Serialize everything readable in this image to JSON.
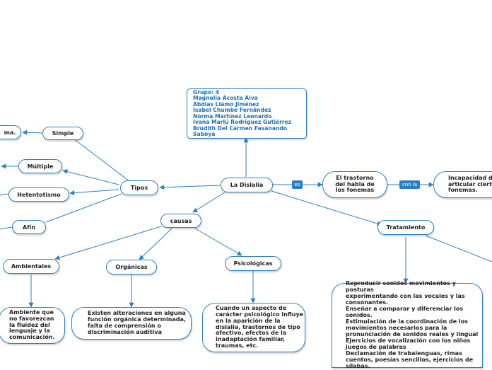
{
  "central": "La Dislalia",
  "group": "Grupo: 4\nMagnolia Acosta Aiva\nAbdias Llamo Jiménez\nIsabel Chumbe Fernández\nNorma Martínez Leonardo\nIvana Marlú Rodríguez Gutiérrez\nBrudith Del Carmen Fasanando Saboya",
  "tipos": {
    "label": "Tipos",
    "simple": "Simple",
    "simple_child": "ma.",
    "multiple": "Múltiple",
    "hetentotismo": "Hetentotismo",
    "afin": "Afín"
  },
  "causas": {
    "label": "causas",
    "ambientales": "Ambientales",
    "ambientales_desc": "Ambiente que\nno favorezcan\nla fluidez del\nlenguaje y la\ncomunicación.",
    "organicas": "Orgánicas",
    "organicas_desc": "Existen alteraciones en alguna\nfunción orgánica determinada,\nfalta de comprensión o\ndiscriminación auditiva",
    "psicologicas": "Psicológicas",
    "psicologicas_desc": "Cuando un aspecto de\ncarácter psicológico influye\nen la aparición de la\ndislalia, trastornos de tipo\nafectivo, efectos de la\ninadaptación familiar,\ntraumas, etc."
  },
  "es_label": "es",
  "trastorno": "El trastorno\ndel habla de\nlos fonemas",
  "conla_label": "con la",
  "incapacidad": "Incapacidad de\narticular ciertos\nfonemas.",
  "tratamiento": {
    "label": "Tratamiento",
    "desc": "Reproducir sonidos movimientos y posturas\nexperimentando con las vocales y las\nconsonantes.\nEnseñar a comparar y diferenciar los\nsonidos.\nEstimulación de la coordinación de los\nmovimientos necesarios para la\npronunciación de sonidos reales y lingual\nEjercicios de vocalización con los niños\njuegos de palabras\nDeclamación de trabalenguas, rimas\ncuentos, poesías sencillos,  ejercicios de\nsílabas."
  },
  "colors": {
    "line": "#2b7fc1",
    "border": "#2b7fc1",
    "group_text": "#1e6fb0"
  }
}
